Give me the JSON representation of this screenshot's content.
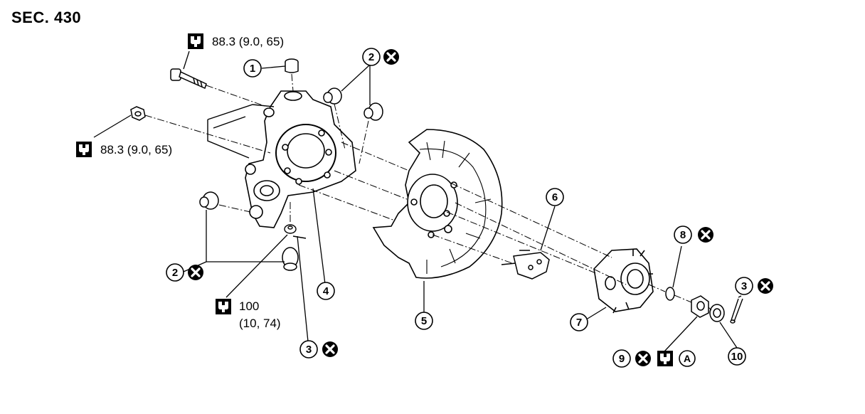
{
  "section_title": "SEC. 430",
  "torque_values": {
    "upper_bolt": "88.3 (9.0, 65)",
    "upper_nut": "88.3 (9.0, 65)",
    "lower_line1": "100",
    "lower_line2": "(10, 74)"
  },
  "callouts": {
    "c1": "1",
    "c2a": "2",
    "c2b": "2",
    "c3a": "3",
    "c3b": "3",
    "c4": "4",
    "c5": "5",
    "c6": "6",
    "c7": "7",
    "c8": "8",
    "c9": "9",
    "c10": "10"
  },
  "special_mark": "A",
  "icons": {
    "torque": "torque-wrench-icon",
    "replace": "do-not-reuse-x-icon"
  }
}
